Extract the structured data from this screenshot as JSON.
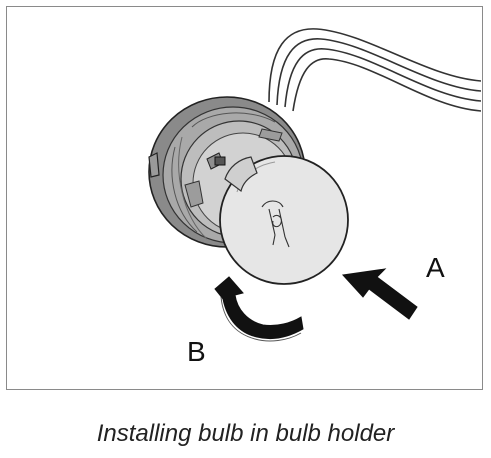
{
  "figure": {
    "label_a": "A",
    "label_b": "B",
    "caption": "Installing bulb in bulb holder"
  },
  "colors": {
    "frame": "#8a8a8a",
    "holder_dark": "#7d7d7d",
    "holder_mid": "#a9a9a9",
    "holder_light": "#cfcfcf",
    "bulb_glass": "#e6e6e6",
    "arrow": "#111111"
  }
}
